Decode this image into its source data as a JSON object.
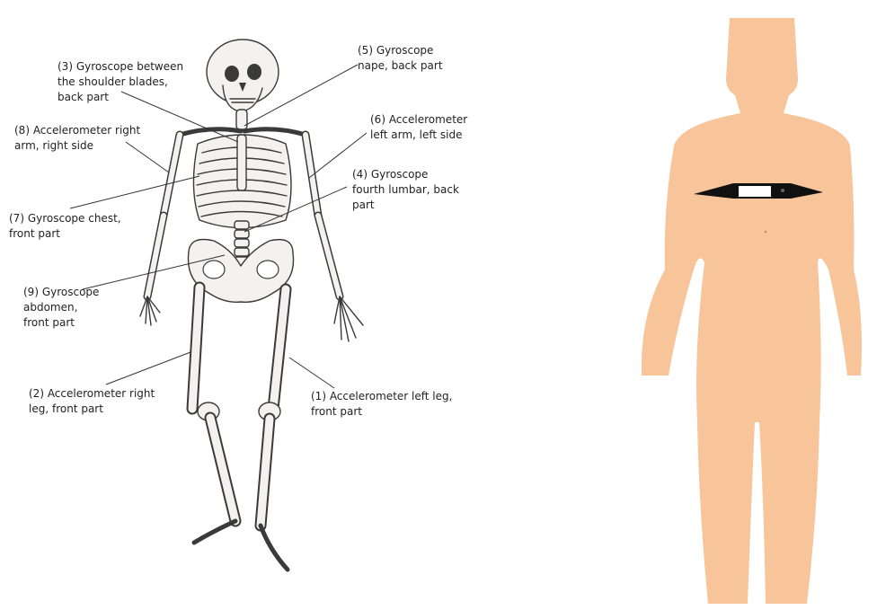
{
  "colors": {
    "bone_fill": "#f4f2ee",
    "bone_stroke": "#3a3a3a",
    "leader_line": "#333333",
    "skin": "#f8c59b",
    "belt": "#111111",
    "belt_window": "#ffffff"
  },
  "labels": [
    {
      "id": "gyro-nape",
      "text": "(5) Gyroscope\nnape, back part"
    },
    {
      "id": "gyro-shoulder-blades",
      "text": "(3) Gyroscope between\nthe shoulder blades,\nback part"
    },
    {
      "id": "accel-left-arm",
      "text": "(6) Accelerometer\nleft arm, left side"
    },
    {
      "id": "accel-right-arm",
      "text": "(8) Accelerometer right\narm, right side"
    },
    {
      "id": "gyro-lumbar",
      "text": "(4) Gyroscope\nfourth lumbar, back\npart"
    },
    {
      "id": "gyro-chest",
      "text": "(7) Gyroscope chest,\nfront part"
    },
    {
      "id": "gyro-abdomen",
      "text": "(9) Gyroscope\nabdomen,\nfront part"
    },
    {
      "id": "accel-right-leg",
      "text": "(2) Accelerometer right\nleg, front part"
    },
    {
      "id": "accel-left-leg",
      "text": "(1) Accelerometer left leg,\nfront part"
    }
  ],
  "icons": {
    "skeleton": "skeleton-figure",
    "silhouette": "human-silhouette",
    "sensor_belt": "chest-sensor-belt"
  }
}
